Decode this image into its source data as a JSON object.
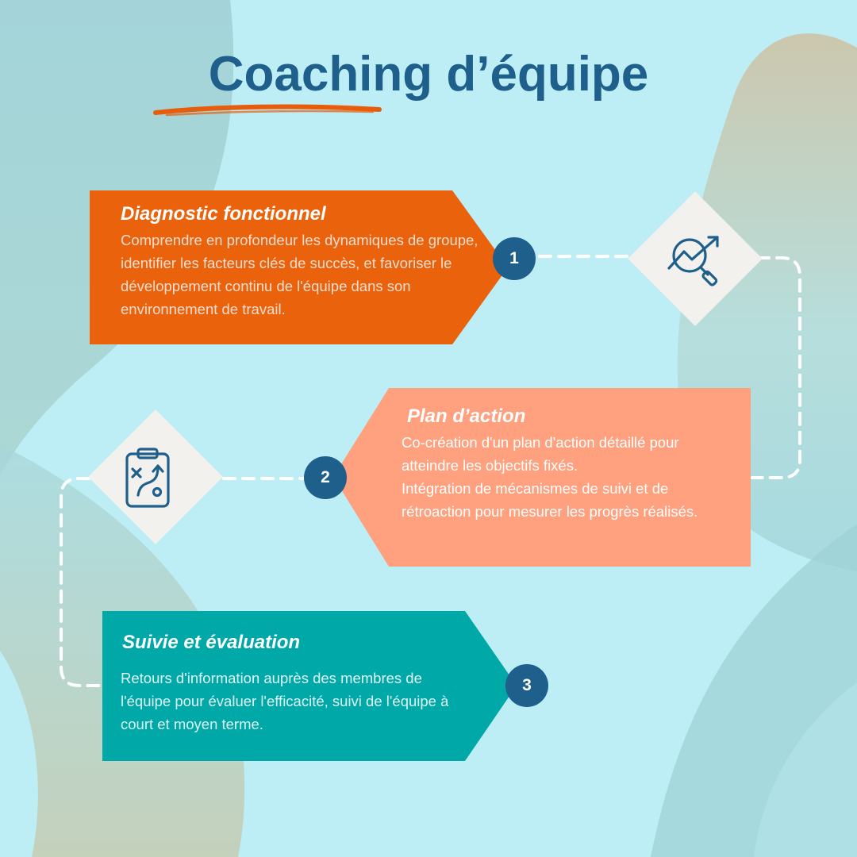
{
  "title": "Coaching d’équipe",
  "colors": {
    "background": "#bdeef5",
    "title": "#1f5f8b",
    "underline": "#e85d0c",
    "step1": "#ea620b",
    "step2": "#ffa07e",
    "step3": "#00a8a8",
    "badge": "#1f5f8b",
    "icon_bg": "#f3f1ee",
    "connector": "#ffffff"
  },
  "steps": [
    {
      "number": "1",
      "heading": "Diagnostic fonctionnel",
      "paragraphs": [
        "Comprendre en profondeur les dynamiques de groupe, identifier les facteurs clés de succès, et favoriser le développement continu de l'équipe dans son environnement de travail."
      ],
      "icon": "chart-magnifier-icon"
    },
    {
      "number": "2",
      "heading": "Plan d’action",
      "paragraphs": [
        "Co-création d'un plan d'action détaillé pour atteindre les objectifs fixés.",
        "Intégration de mécanismes de suivi et de rétroaction pour mesurer les progrès réalisés."
      ],
      "icon": "clipboard-strategy-icon"
    },
    {
      "number": "3",
      "heading": "Suivie et évaluation",
      "paragraphs": [
        "Retours d'information auprès des membres de l'équipe pour évaluer l'efficacité, suivi de l'équipe à court et moyen terme."
      ]
    }
  ]
}
